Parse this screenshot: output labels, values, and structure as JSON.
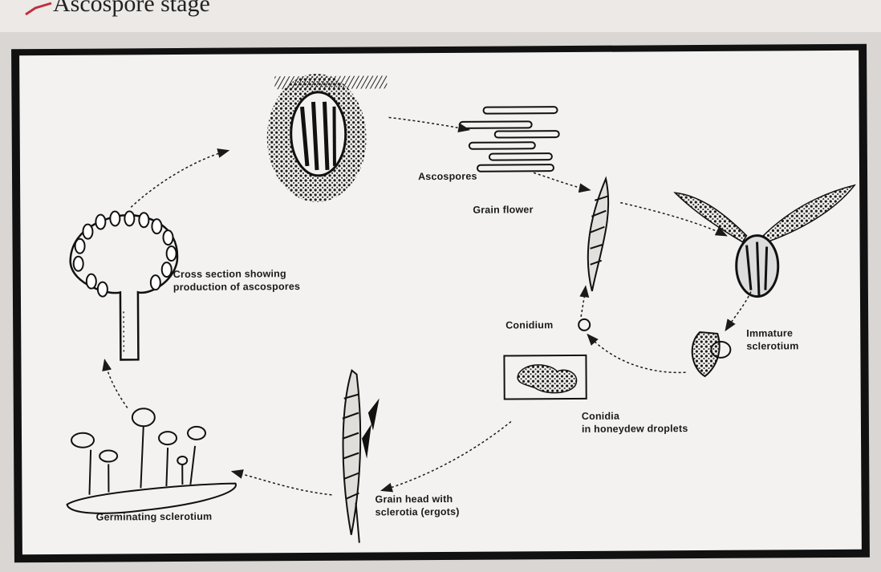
{
  "header": {
    "title": "Ascospore stage"
  },
  "labels": {
    "ascospores": "Ascospores",
    "grain_flower": "Grain flower",
    "cross_section_line1": "Cross section showing",
    "cross_section_line2": "production of ascospores",
    "conidium": "Conidium",
    "immature_line1": "Immature",
    "immature_line2": "sclerotium",
    "conidia_line1": "Conidia",
    "conidia_line2": "in honeydew droplets",
    "grain_head_line1": "Grain head with",
    "grain_head_line2": "sclerotia (ergots)",
    "germinating": "Germinating sclerotium"
  },
  "colors": {
    "ink": "#1a1a1a",
    "paper": "#f3f2f0",
    "frame": "#111111",
    "accent_mark": "#c0303a"
  }
}
